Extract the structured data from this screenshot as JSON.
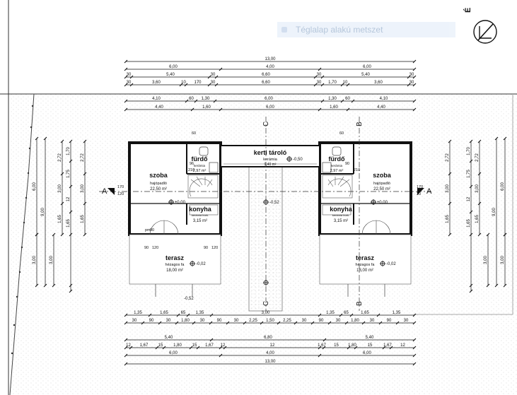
{
  "tooltip": "Téglalap alakú metszet",
  "north_label": "É",
  "rooms": {
    "szoba_left": {
      "name": "szoba",
      "floor": "hajópadló",
      "area": "22,50 m²"
    },
    "szoba_right": {
      "name": "szoba",
      "floor": "hajópadló",
      "area": "22,50 m²"
    },
    "furdo_left": {
      "name": "fürdő",
      "floor": "kerámia",
      "area": "2,97 m²"
    },
    "furdo_right": {
      "name": "fürdő",
      "floor": "kerámia",
      "area": "2,97 m²"
    },
    "konyha_left": {
      "name": "konyha",
      "floor": "kerámia burk.",
      "area": "3,15 m²"
    },
    "konyha_right": {
      "name": "konyha",
      "floor": "kerámia burk.",
      "area": "3,15 m²"
    },
    "terasz_left": {
      "name": "terasz",
      "floor": "hézagos fa",
      "area": "18,00 m²"
    },
    "terasz_right": {
      "name": "terasz",
      "floor": "hézagos fa",
      "area": "18,00 m²"
    },
    "kerti_tarolo": {
      "name": "kerti tároló",
      "floor": "kerámia",
      "area": "9,40 m²"
    }
  },
  "levels": {
    "szoba_l": "±0,00",
    "szoba_r": "±0,00",
    "terasz_l": "-0,02",
    "terasz_r": "-0,02",
    "tarolo": "-0,50",
    "center": "-0,52",
    "bottom_l": "-0,52"
  },
  "section_marks": {
    "A": "A",
    "B": "B",
    "C": "C"
  },
  "dims_top": {
    "overall": "13,00",
    "row2": [
      "6,00",
      "4,00",
      "6,00"
    ],
    "row3": [
      "30",
      "5,40",
      "30",
      "6,60",
      "30",
      "5,40",
      "30"
    ],
    "row4": [
      "30",
      "3,60",
      "10",
      "170",
      "30",
      "6,60",
      "30",
      "1,70",
      "10",
      "3,60",
      "30"
    ],
    "row5": [
      "4,10",
      "60",
      "1,30",
      "6,00",
      "1,30",
      "60",
      "4,10"
    ],
    "row6": [
      "4,40",
      "1,60",
      "6,00",
      "1,60",
      "4,40"
    ]
  },
  "dims_bottom": {
    "row1": [
      "1,35",
      "1,65",
      "65",
      "1,35",
      "3,00",
      "1,35",
      "65",
      "1,65",
      "1,35"
    ],
    "row2": [
      "30",
      "90",
      "30",
      "1,80",
      "30",
      "90",
      "30",
      "2,25",
      "1,50",
      "2,25",
      "30",
      "90",
      "30",
      "1,80",
      "30",
      "90",
      "30"
    ],
    "row3": [
      "5,40",
      "6,80",
      "5,40"
    ],
    "row4": [
      "12",
      "1,67",
      "15",
      "1,80",
      "15",
      "1,67",
      "12",
      "12",
      "1,67",
      "15",
      "1,80",
      "15",
      "1,67",
      "12"
    ],
    "row5": [
      "6,00",
      "4,00",
      "6,00"
    ],
    "overall": "13,00"
  },
  "dims_left": [
    "6,00",
    "3,00",
    "9,00",
    "3,00",
    "2,72",
    "3,00",
    "1,65",
    "1,70",
    "1,75",
    "12",
    "1,65"
  ],
  "dims_right": [
    "6,00",
    "3,00",
    "9,00",
    "3,00",
    "2,72",
    "3,00",
    "1,65",
    "1,70",
    "1,75",
    "12",
    "1,65"
  ],
  "small_dims": [
    "96",
    "210",
    "90",
    "210",
    "170",
    "120",
    "20",
    "170",
    "90",
    "120",
    "90",
    "120",
    "pm",
    "90",
    "60",
    "60"
  ]
}
